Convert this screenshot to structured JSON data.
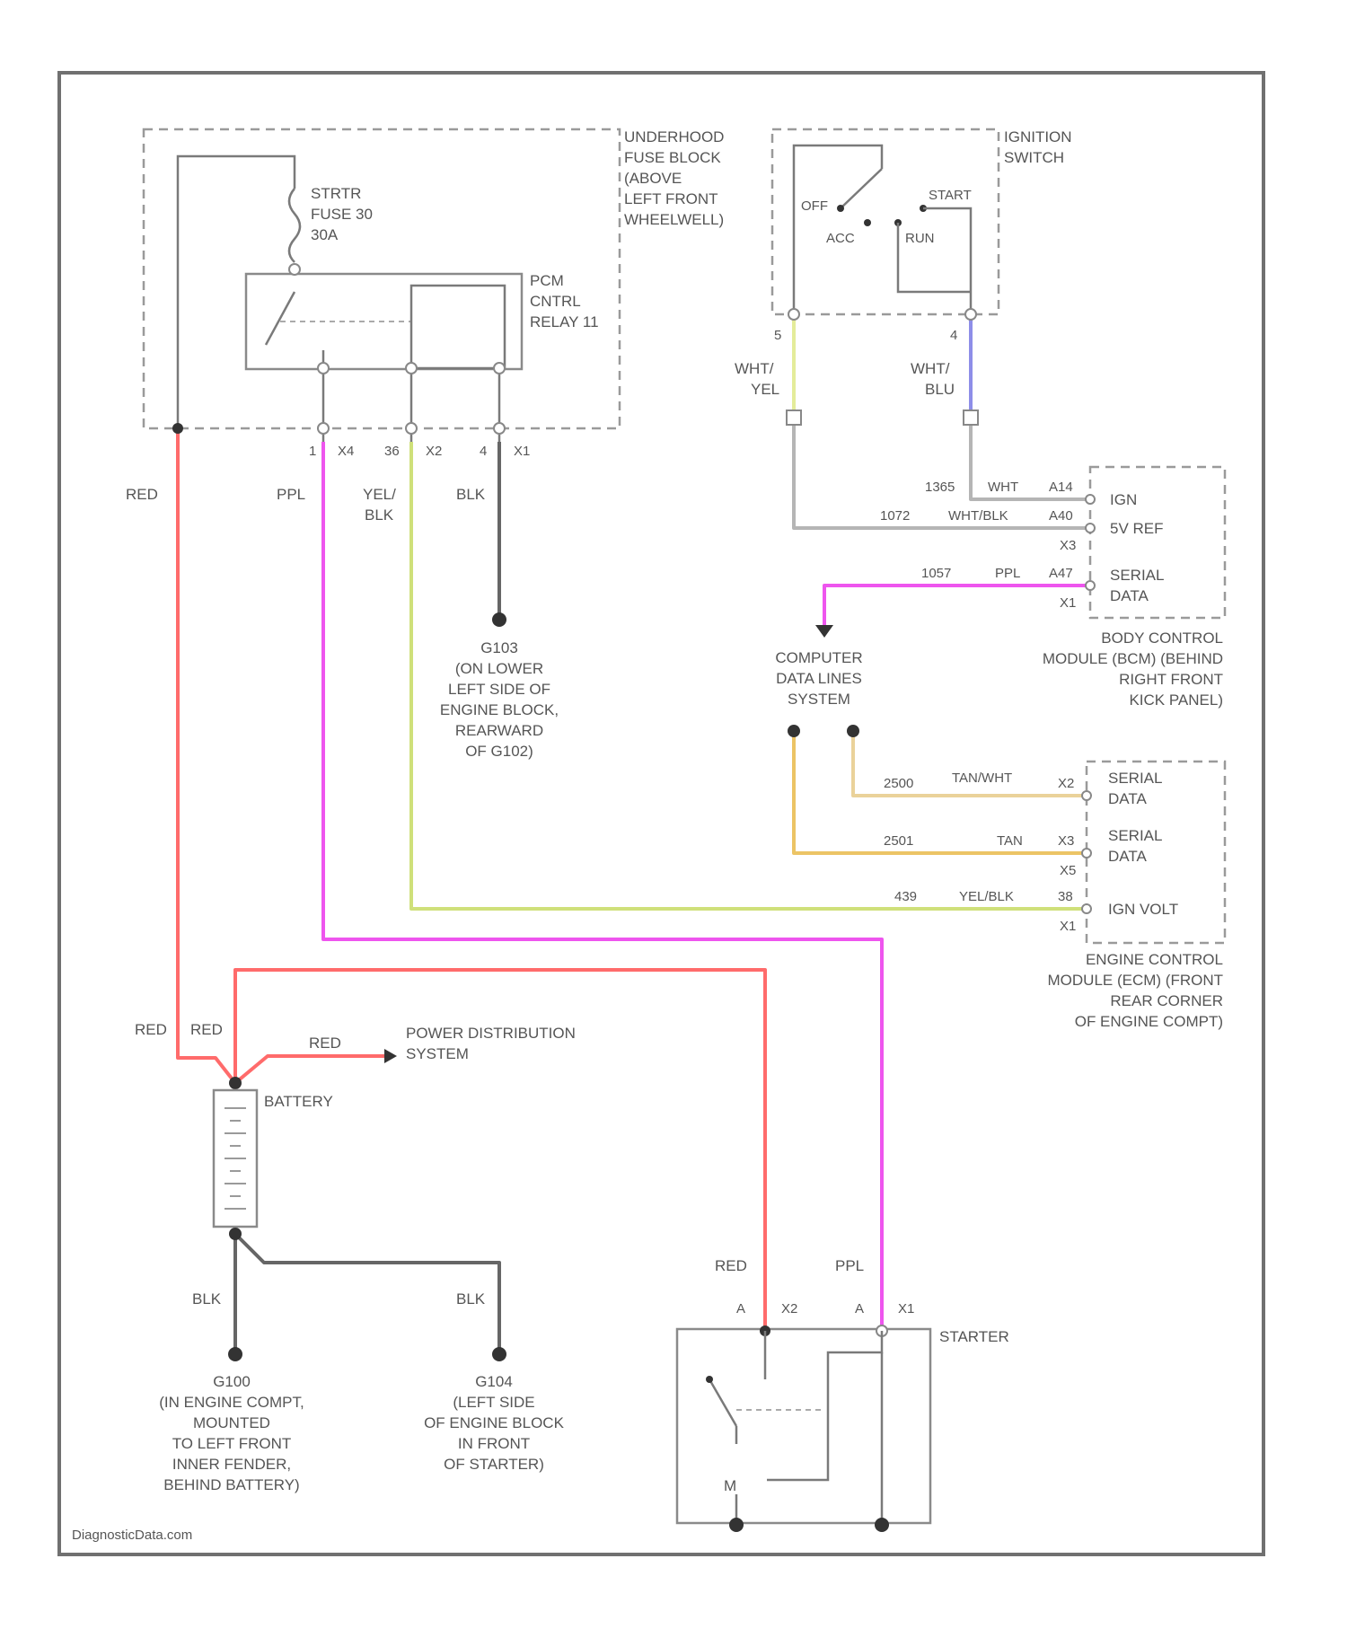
{
  "colors": {
    "red": "#ff6b6b",
    "ppl": "#ee55ee",
    "yel_blk": "#cfe07a",
    "blk": "#666666",
    "wht_yel": "#e4ec9a",
    "wht_blu": "#8e8ee8",
    "tan_wht": "#ead29a",
    "tan": "#ecc465",
    "gray": "#b5b5b5"
  },
  "fuse_block": {
    "title": [
      "UNDERHOOD",
      "FUSE BLOCK",
      "(ABOVE",
      "LEFT FRONT",
      "WHEELWELL)"
    ],
    "fuse": [
      "STRTR",
      "FUSE 30",
      "30A"
    ],
    "relay": [
      "PCM",
      "CNTRL",
      "RELAY 11"
    ],
    "pins": [
      "1",
      "X4",
      "36",
      "X2",
      "4",
      "X1"
    ]
  },
  "ignition_switch": {
    "title": [
      "IGNITION",
      "SWITCH"
    ],
    "positions": [
      "OFF",
      "ACC",
      "RUN",
      "START"
    ],
    "pins": [
      "5",
      "4"
    ]
  },
  "wires": {
    "red_1": "RED",
    "ppl_1": "PPL",
    "yel_blk_1": [
      "YEL/",
      "BLK"
    ],
    "blk_1": "BLK",
    "wht_yel": [
      "WHT/",
      "YEL"
    ],
    "wht_blu": [
      "WHT/",
      "BLU"
    ],
    "bcm_1_circuit": "1365",
    "bcm_1_color": "WHT",
    "bcm_1_pin": "A14",
    "bcm_2_circuit": "1072",
    "bcm_2_color": "WHT/BLK",
    "bcm_2_pin": "A40",
    "bcm_3_circuit": "1057",
    "bcm_3_color": "PPL",
    "bcm_3_pin": "A47",
    "bcm_conn_1": "X3",
    "bcm_conn_2": "X1",
    "ecm_1_circuit": "2500",
    "ecm_1_color": "TAN/WHT",
    "ecm_1_pin": "X2",
    "ecm_2_circuit": "2501",
    "ecm_2_color": "TAN",
    "ecm_2_pin": "X3",
    "ecm_3_circuit": "X5",
    "ecm_4_circuit": "439",
    "ecm_4_color": "YEL/BLK",
    "ecm_4_pin": "38",
    "ecm_conn_1": "X1",
    "red_2": "RED",
    "red_3": "RED",
    "red_4": "RED",
    "blk_2": "BLK",
    "blk_3": "BLK",
    "red_5": "RED",
    "ppl_2": "PPL"
  },
  "ground_g103": [
    "G103",
    "(ON LOWER",
    "LEFT SIDE OF",
    "ENGINE BLOCK,",
    "REARWARD",
    "OF G102)"
  ],
  "bcm": {
    "pins": [
      "IGN",
      "5V REF",
      "SERIAL",
      "DATA"
    ],
    "title": [
      "BODY CONTROL",
      "MODULE (BCM) (BEHIND",
      "RIGHT FRONT",
      "KICK PANEL)"
    ]
  },
  "data_lines": [
    "COMPUTER",
    "DATA LINES",
    "SYSTEM"
  ],
  "ecm": {
    "pins": [
      "SERIAL",
      "DATA",
      "SERIAL",
      "DATA",
      "IGN VOLT"
    ],
    "title": [
      "ENGINE CONTROL",
      "MODULE (ECM) (FRONT",
      "REAR CORNER",
      "OF ENGINE COMPT)"
    ]
  },
  "power_distribution": [
    "POWER DISTRIBUTION",
    "SYSTEM"
  ],
  "battery": "BATTERY",
  "ground_g100": [
    "G100",
    "(IN ENGINE COMPT,",
    "MOUNTED",
    "TO LEFT FRONT",
    "INNER FENDER,",
    "BEHIND BATTERY)"
  ],
  "ground_g104": [
    "G104",
    "(LEFT SIDE",
    "OF ENGINE BLOCK",
    "IN FRONT",
    "OF STARTER)"
  ],
  "starter": {
    "title": "STARTER",
    "pins": [
      "A",
      "X2",
      "A",
      "X1"
    ]
  },
  "watermark": "DiagnosticData.com"
}
